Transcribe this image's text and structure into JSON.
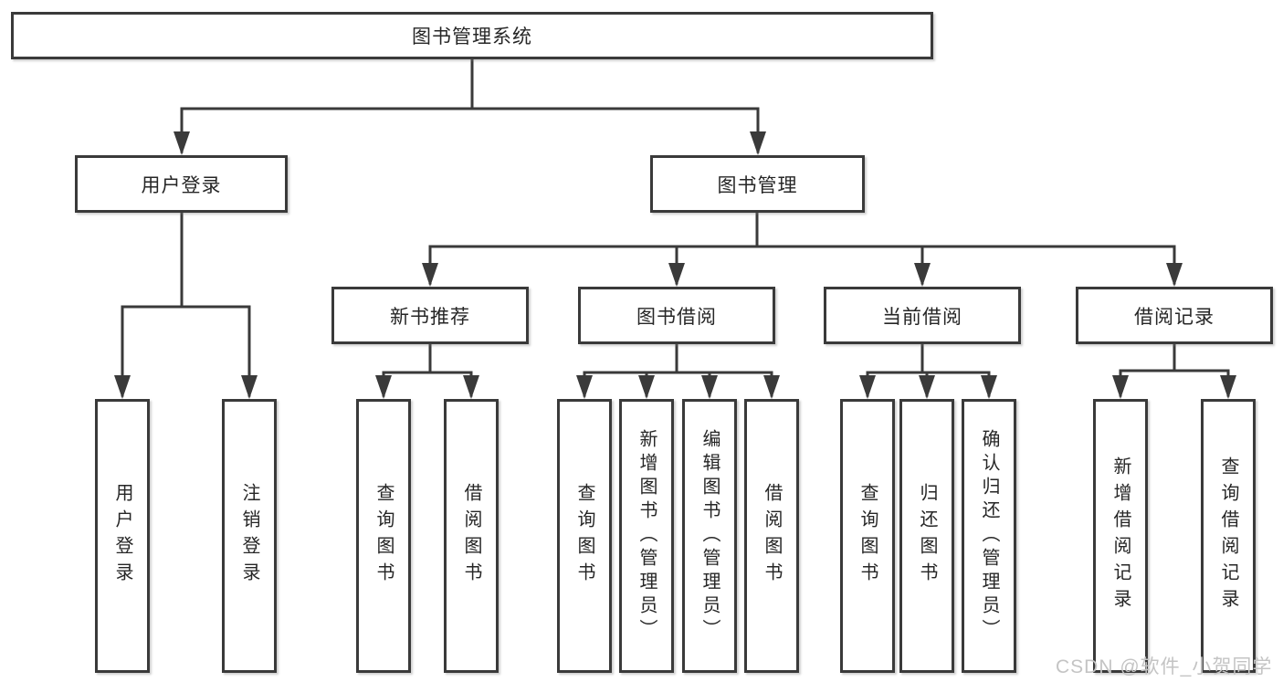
{
  "diagram": {
    "root": {
      "label": "图书管理系统"
    },
    "level2": {
      "user_login": {
        "label": "用户登录"
      },
      "book_management": {
        "label": "图书管理"
      }
    },
    "level3": {
      "new_book_recommend": {
        "label": "新书推荐"
      },
      "book_borrowing": {
        "label": "图书借阅"
      },
      "current_borrowing": {
        "label": "当前借阅"
      },
      "borrowing_records": {
        "label": "借阅记录"
      }
    },
    "leaves": {
      "login": {
        "label": "用户登录"
      },
      "logout": {
        "label": "注销登录"
      },
      "recommend_query_books": {
        "label": "查询图书"
      },
      "recommend_borrow_books": {
        "label": "借阅图书"
      },
      "borrowing_query_books": {
        "label": "查询图书"
      },
      "borrowing_add_books": {
        "label": "新增图书（管理员）"
      },
      "borrowing_edit_books": {
        "label": "编辑图书（管理员）"
      },
      "borrowing_borrow_books": {
        "label": "借阅图书"
      },
      "current_query_books": {
        "label": "查询图书"
      },
      "current_return_books": {
        "label": "归还图书"
      },
      "current_confirm_return": {
        "label": "确认归还（管理员）"
      },
      "records_add_record": {
        "label": "新增借阅记录"
      },
      "records_query_record": {
        "label": "查询借阅记录"
      }
    }
  },
  "watermark": {
    "label": "CSDN @软件_小贺同学"
  },
  "colors": {
    "line": "#3a3a3a",
    "text": "#262626",
    "box_fill": "#ffffff",
    "watermark": "#c4c4c4",
    "background": "#ffffff"
  }
}
